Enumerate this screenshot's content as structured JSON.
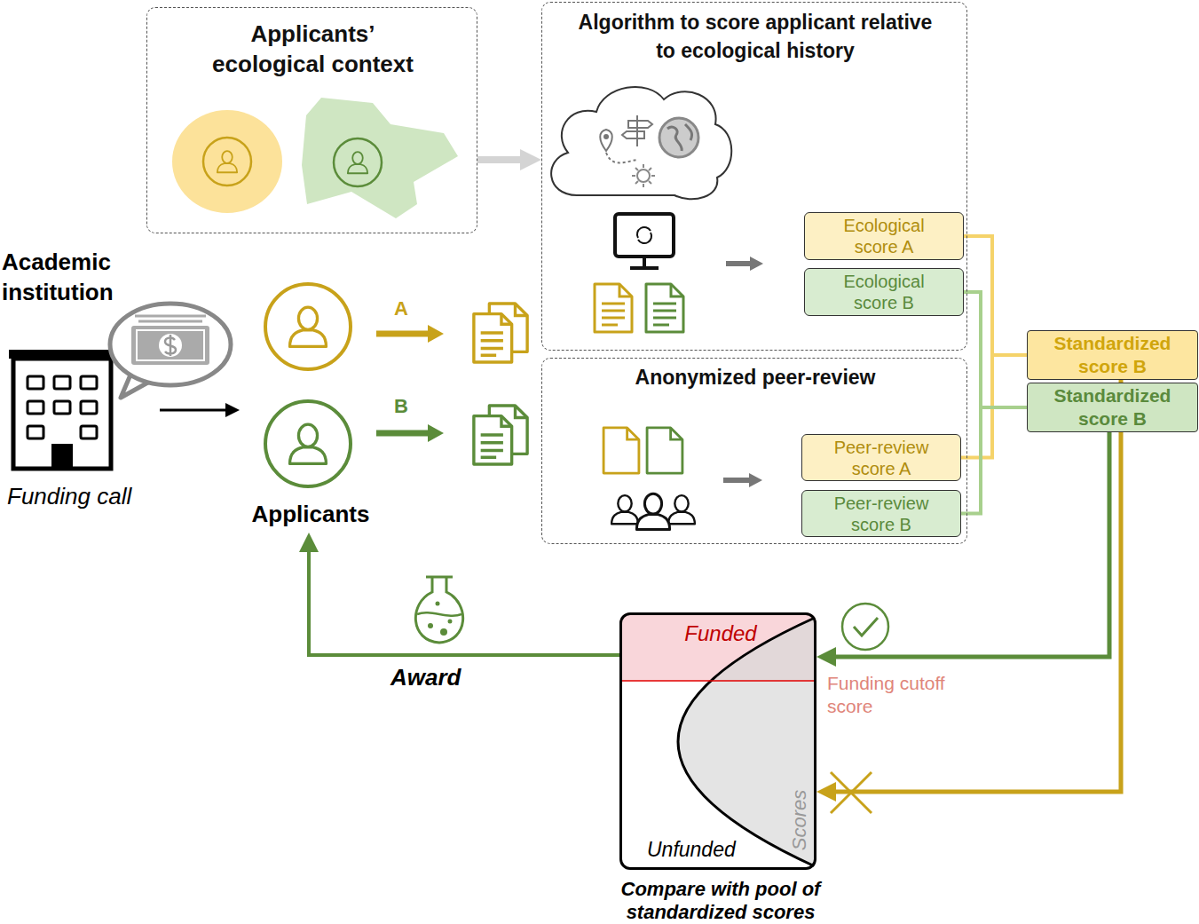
{
  "diagram": {
    "nodes": [
      {
        "text": [
          "Applicants’ ecological context"
        ]
      },
      {
        "text": [
          "Algorithm to score applicant relative to ecological history"
        ]
      },
      {
        "text": [
          "Ecological score A"
        ],
        "in": 1
      },
      {
        "text": [
          "Ecological score B"
        ],
        "in": 1
      },
      {
        "text": [
          "Academic institution",
          "Funding call"
        ]
      },
      {
        "text": [
          "Applicants"
        ]
      },
      {
        "text": [
          "Anonymized peer-review"
        ]
      },
      {
        "text": [
          "Peer-review score A"
        ],
        "in": 6
      },
      {
        "text": [
          "Peer-review score B"
        ],
        "in": 6
      },
      {
        "text": [
          "Standardized score B"
        ]
      },
      {
        "text": [
          "Standardized score B"
        ]
      },
      {
        "text": [
          "Funded",
          "Unfunded",
          "Scores",
          "Compare with pool of standardized scores"
        ]
      }
    ],
    "edges": [
      {
        "from": 0,
        "to": 1,
        "arrow": "to"
      },
      {
        "from": 2,
        "to": 9,
        "arrow": "none"
      },
      {
        "from": 7,
        "to": 9,
        "arrow": "none"
      },
      {
        "from": 3,
        "to": 10,
        "arrow": "none"
      },
      {
        "from": 8,
        "to": 10,
        "arrow": "none"
      },
      {
        "from": 10,
        "to": 11,
        "arrow": "to"
      },
      {
        "from": 9,
        "to": 11,
        "arrow": "to"
      },
      {
        "from": 11,
        "to": 5,
        "label": "Award",
        "arrow": "to"
      },
      {
        "from": 4,
        "to": 5,
        "arrow": "to"
      }
    ],
    "labels": [
      "A",
      "B",
      "Funding cutoff score"
    ]
  }
}
